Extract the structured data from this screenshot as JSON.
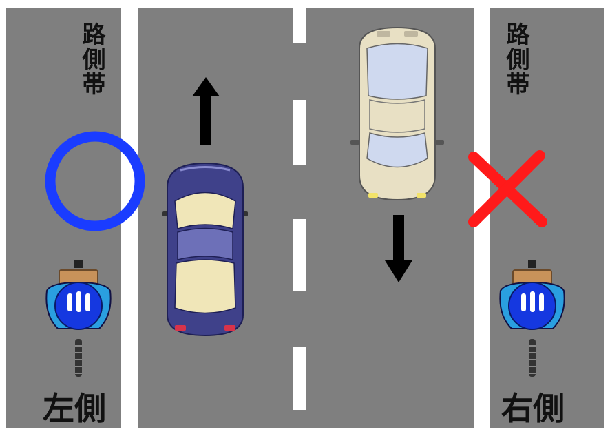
{
  "labels": {
    "shoulder_left": "路側帯",
    "shoulder_right": "路側帯",
    "side_left": "左側",
    "side_right": "右側"
  },
  "symbols": {
    "ok": "circle",
    "ng": "cross"
  },
  "colors": {
    "road": "#7f7f7f",
    "line": "#ffffff",
    "ok": "#1a3cff",
    "ng": "#ff1a1a",
    "helmet": "#1538e0",
    "rider_body": "#2a9fe0",
    "car_left": "#3f418a",
    "car_right": "#e8e0c4"
  },
  "directions": {
    "left_lane": "up",
    "right_lane": "down"
  }
}
